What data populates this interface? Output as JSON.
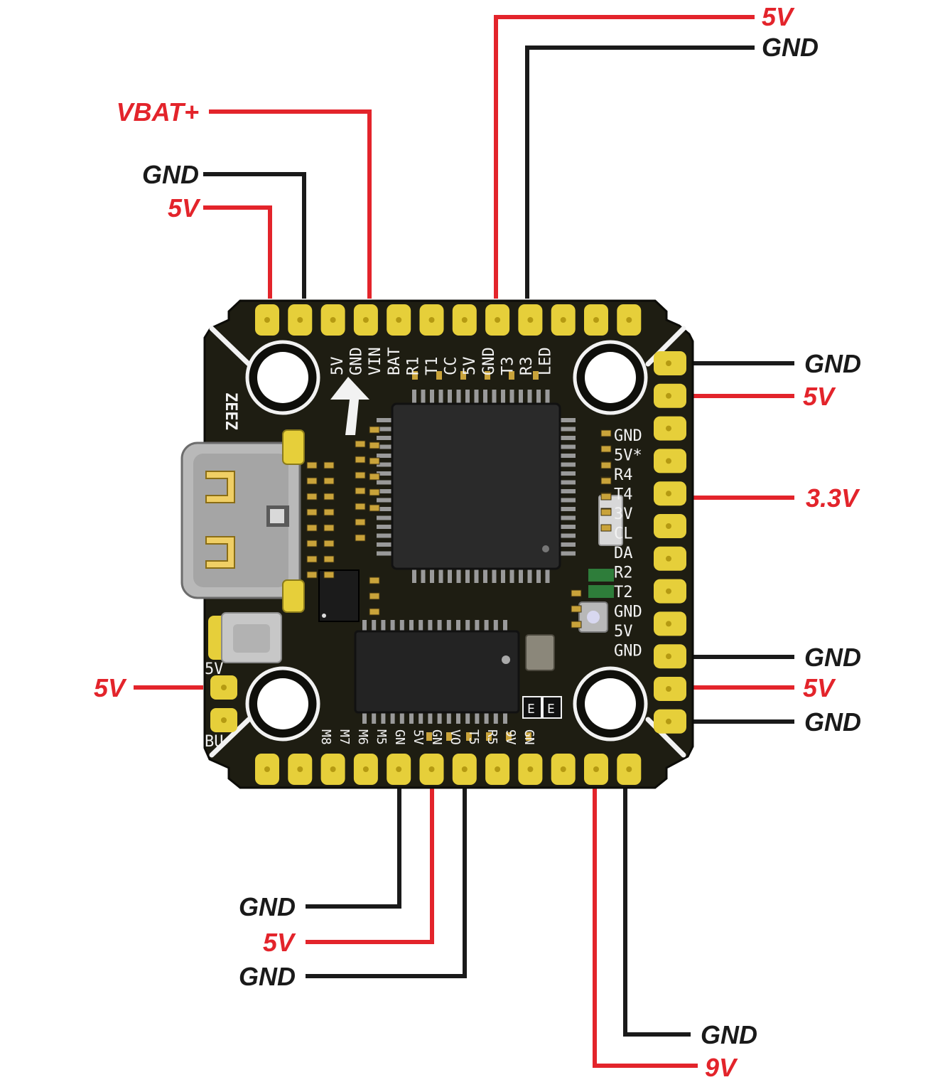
{
  "colors": {
    "wire_red": "#e3242b",
    "wire_black": "#1a1a1a",
    "board": "#1e1d12",
    "pad": "#e6cf3a",
    "silkscreen": "#f2f2f2"
  },
  "board": {
    "brand": "ZEEZ",
    "top_pad_labels": [
      "5V",
      "GND",
      "VIN",
      "BAT",
      "R1",
      "T1",
      "CC",
      "5V",
      "GND",
      "T3",
      "R3",
      "LED"
    ],
    "right_pad_labels": [
      "GND",
      "5V*",
      "R4",
      "T4",
      "3V",
      "CL",
      "DA",
      "R2",
      "T2",
      "GND",
      "5V",
      "GND"
    ],
    "bottom_pad_labels": [
      "M8",
      "M7",
      "M6",
      "M5",
      "GN",
      "5V",
      "GN",
      "VO",
      "T5",
      "R5",
      "9V",
      "GN"
    ],
    "left_pad_labels": [
      "5V",
      "BU"
    ],
    "jumper_labels": [
      "E",
      "E"
    ]
  },
  "callouts": {
    "top_5v": "5V",
    "top_gnd": "GND",
    "vbat": "VBAT+",
    "left_gnd": "GND",
    "left_5v": "5V",
    "right_gnd_1": "GND",
    "right_5v_1": "5V",
    "right_33v": "3.3V",
    "right_gnd_2": "GND",
    "right_5v_2": "5V",
    "right_gnd_3": "GND",
    "buzzer_5v": "5V",
    "bottom_gnd_1": "GND",
    "bottom_5v": "5V",
    "bottom_gnd_2": "GND",
    "vtx_gnd": "GND",
    "vtx_9v": "9V"
  }
}
